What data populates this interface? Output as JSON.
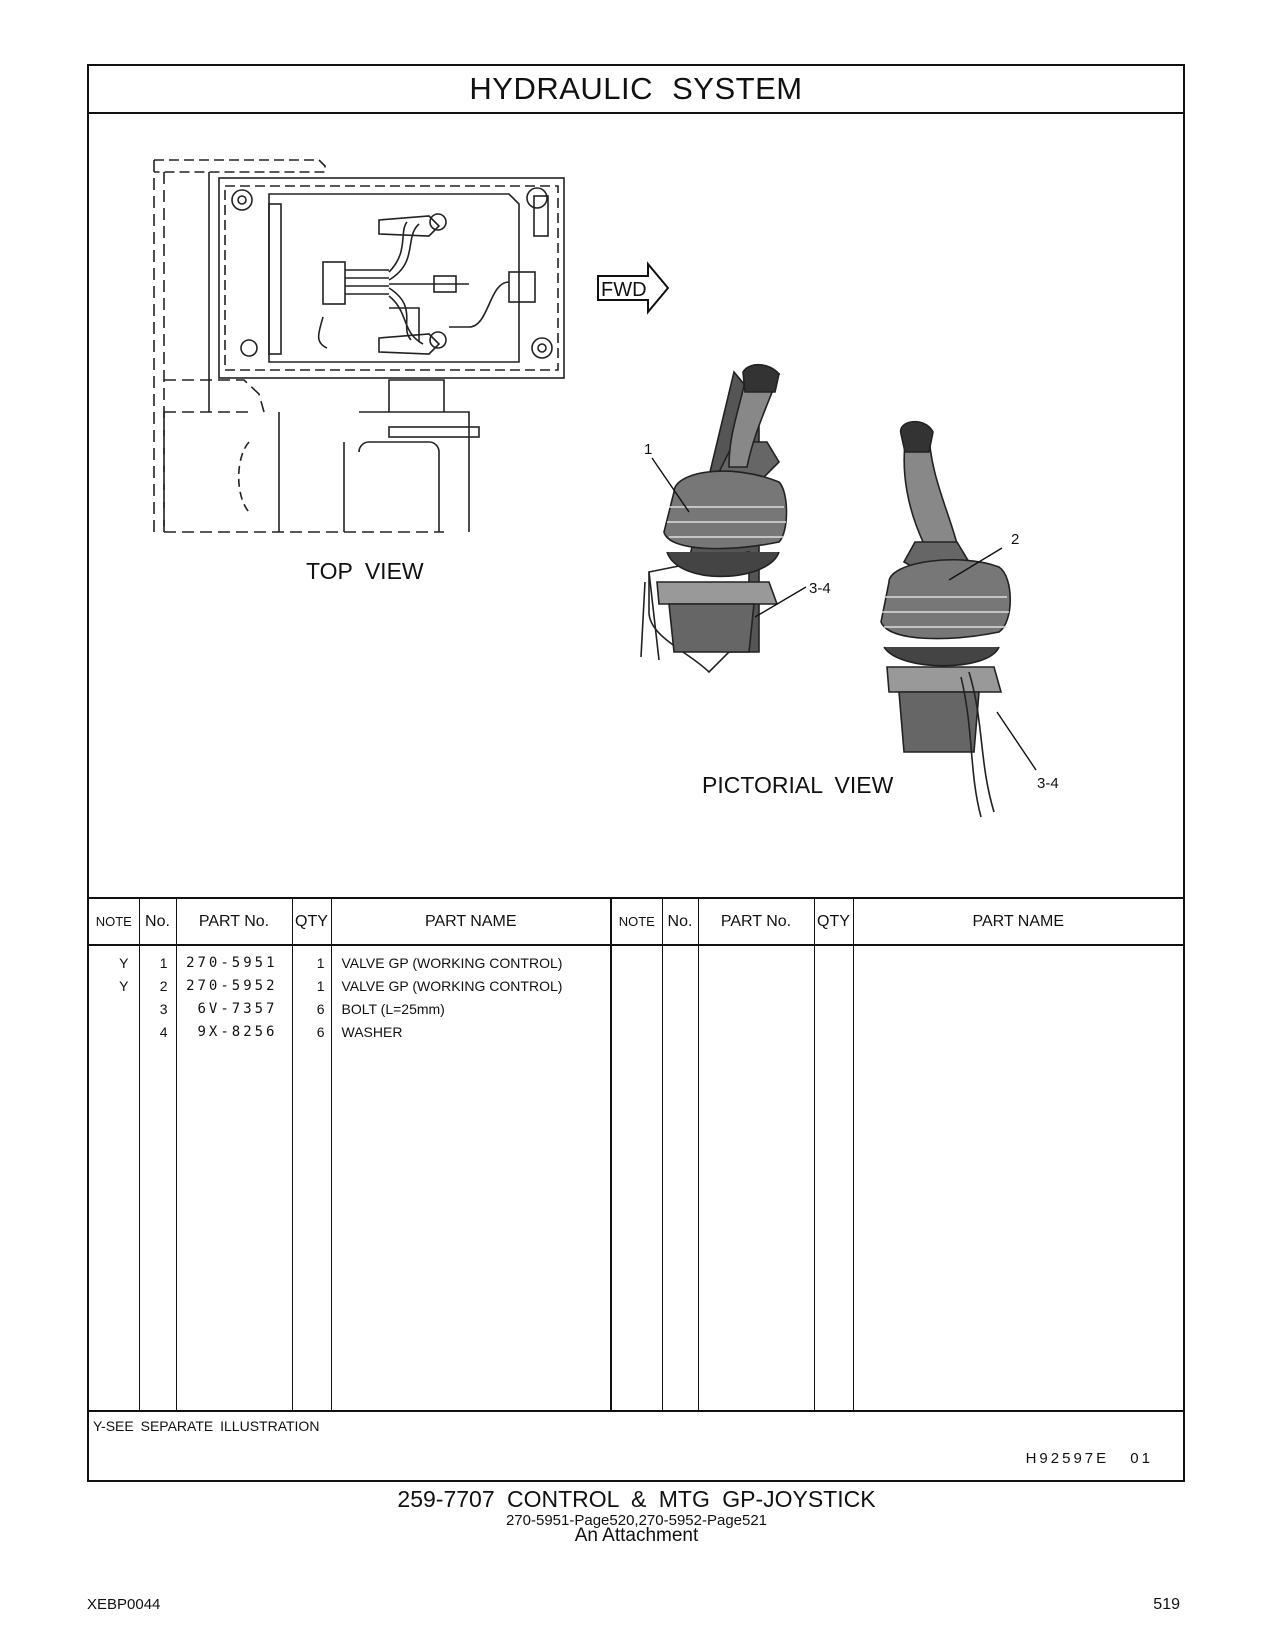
{
  "header": {
    "title": "HYDRAULIC SYSTEM"
  },
  "illustration": {
    "top_view_label": "TOP VIEW",
    "pictorial_view_label": "PICTORIAL VIEW",
    "fwd_label": "FWD",
    "callouts": {
      "joystick_left": "1",
      "joystick_right": "2",
      "bolt_left": "3-4",
      "bolt_right": "3-4"
    }
  },
  "table": {
    "headers": {
      "note": "NOTE",
      "no": "No.",
      "part_no": "PART No.",
      "qty": "QTY",
      "part_name": "PART NAME"
    },
    "rows": [
      {
        "note": "Y",
        "no": "1",
        "part_no": "270-5951",
        "qty": "1",
        "part_name": "VALVE GP (WORKING CONTROL)"
      },
      {
        "note": "Y",
        "no": "2",
        "part_no": "270-5952",
        "qty": "1",
        "part_name": "VALVE GP (WORKING CONTROL)"
      },
      {
        "note": "",
        "no": "3",
        "part_no": "6V-7357",
        "qty": "6",
        "part_name": "BOLT (L=25mm)"
      },
      {
        "note": "",
        "no": "4",
        "part_no": "9X-8256",
        "qty": "6",
        "part_name": "WASHER"
      }
    ]
  },
  "footnote": "Y-SEE SEPARATE ILLUSTRATION",
  "doc_code": "H92597E 01",
  "caption": {
    "main": "259-7707 CONTROL & MTG GP-JOYSTICK",
    "sub": "270-5951-Page520,270-5952-Page521",
    "note": "An Attachment"
  },
  "footer": {
    "publication": "XEBP0044",
    "page_number": "519"
  }
}
